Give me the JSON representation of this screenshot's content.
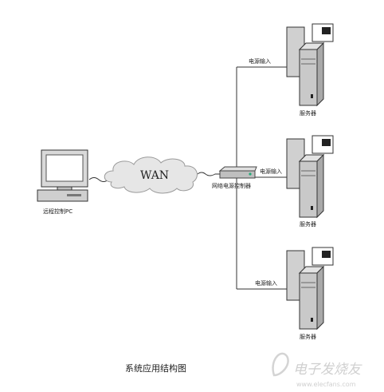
{
  "labels": {
    "wan": "WAN",
    "remote_pc": "远程控制PC",
    "controller": "网络电源控制器",
    "power_in_1": "电源输入",
    "power_in_2": "电源输入",
    "power_in_3": "电源输入",
    "server_1": "服务器",
    "server_2": "服务器",
    "server_3": "服务器",
    "caption": "系统应用结构图"
  },
  "watermark": {
    "text": "电子发烧友",
    "sub": "www.elecfans.com"
  }
}
